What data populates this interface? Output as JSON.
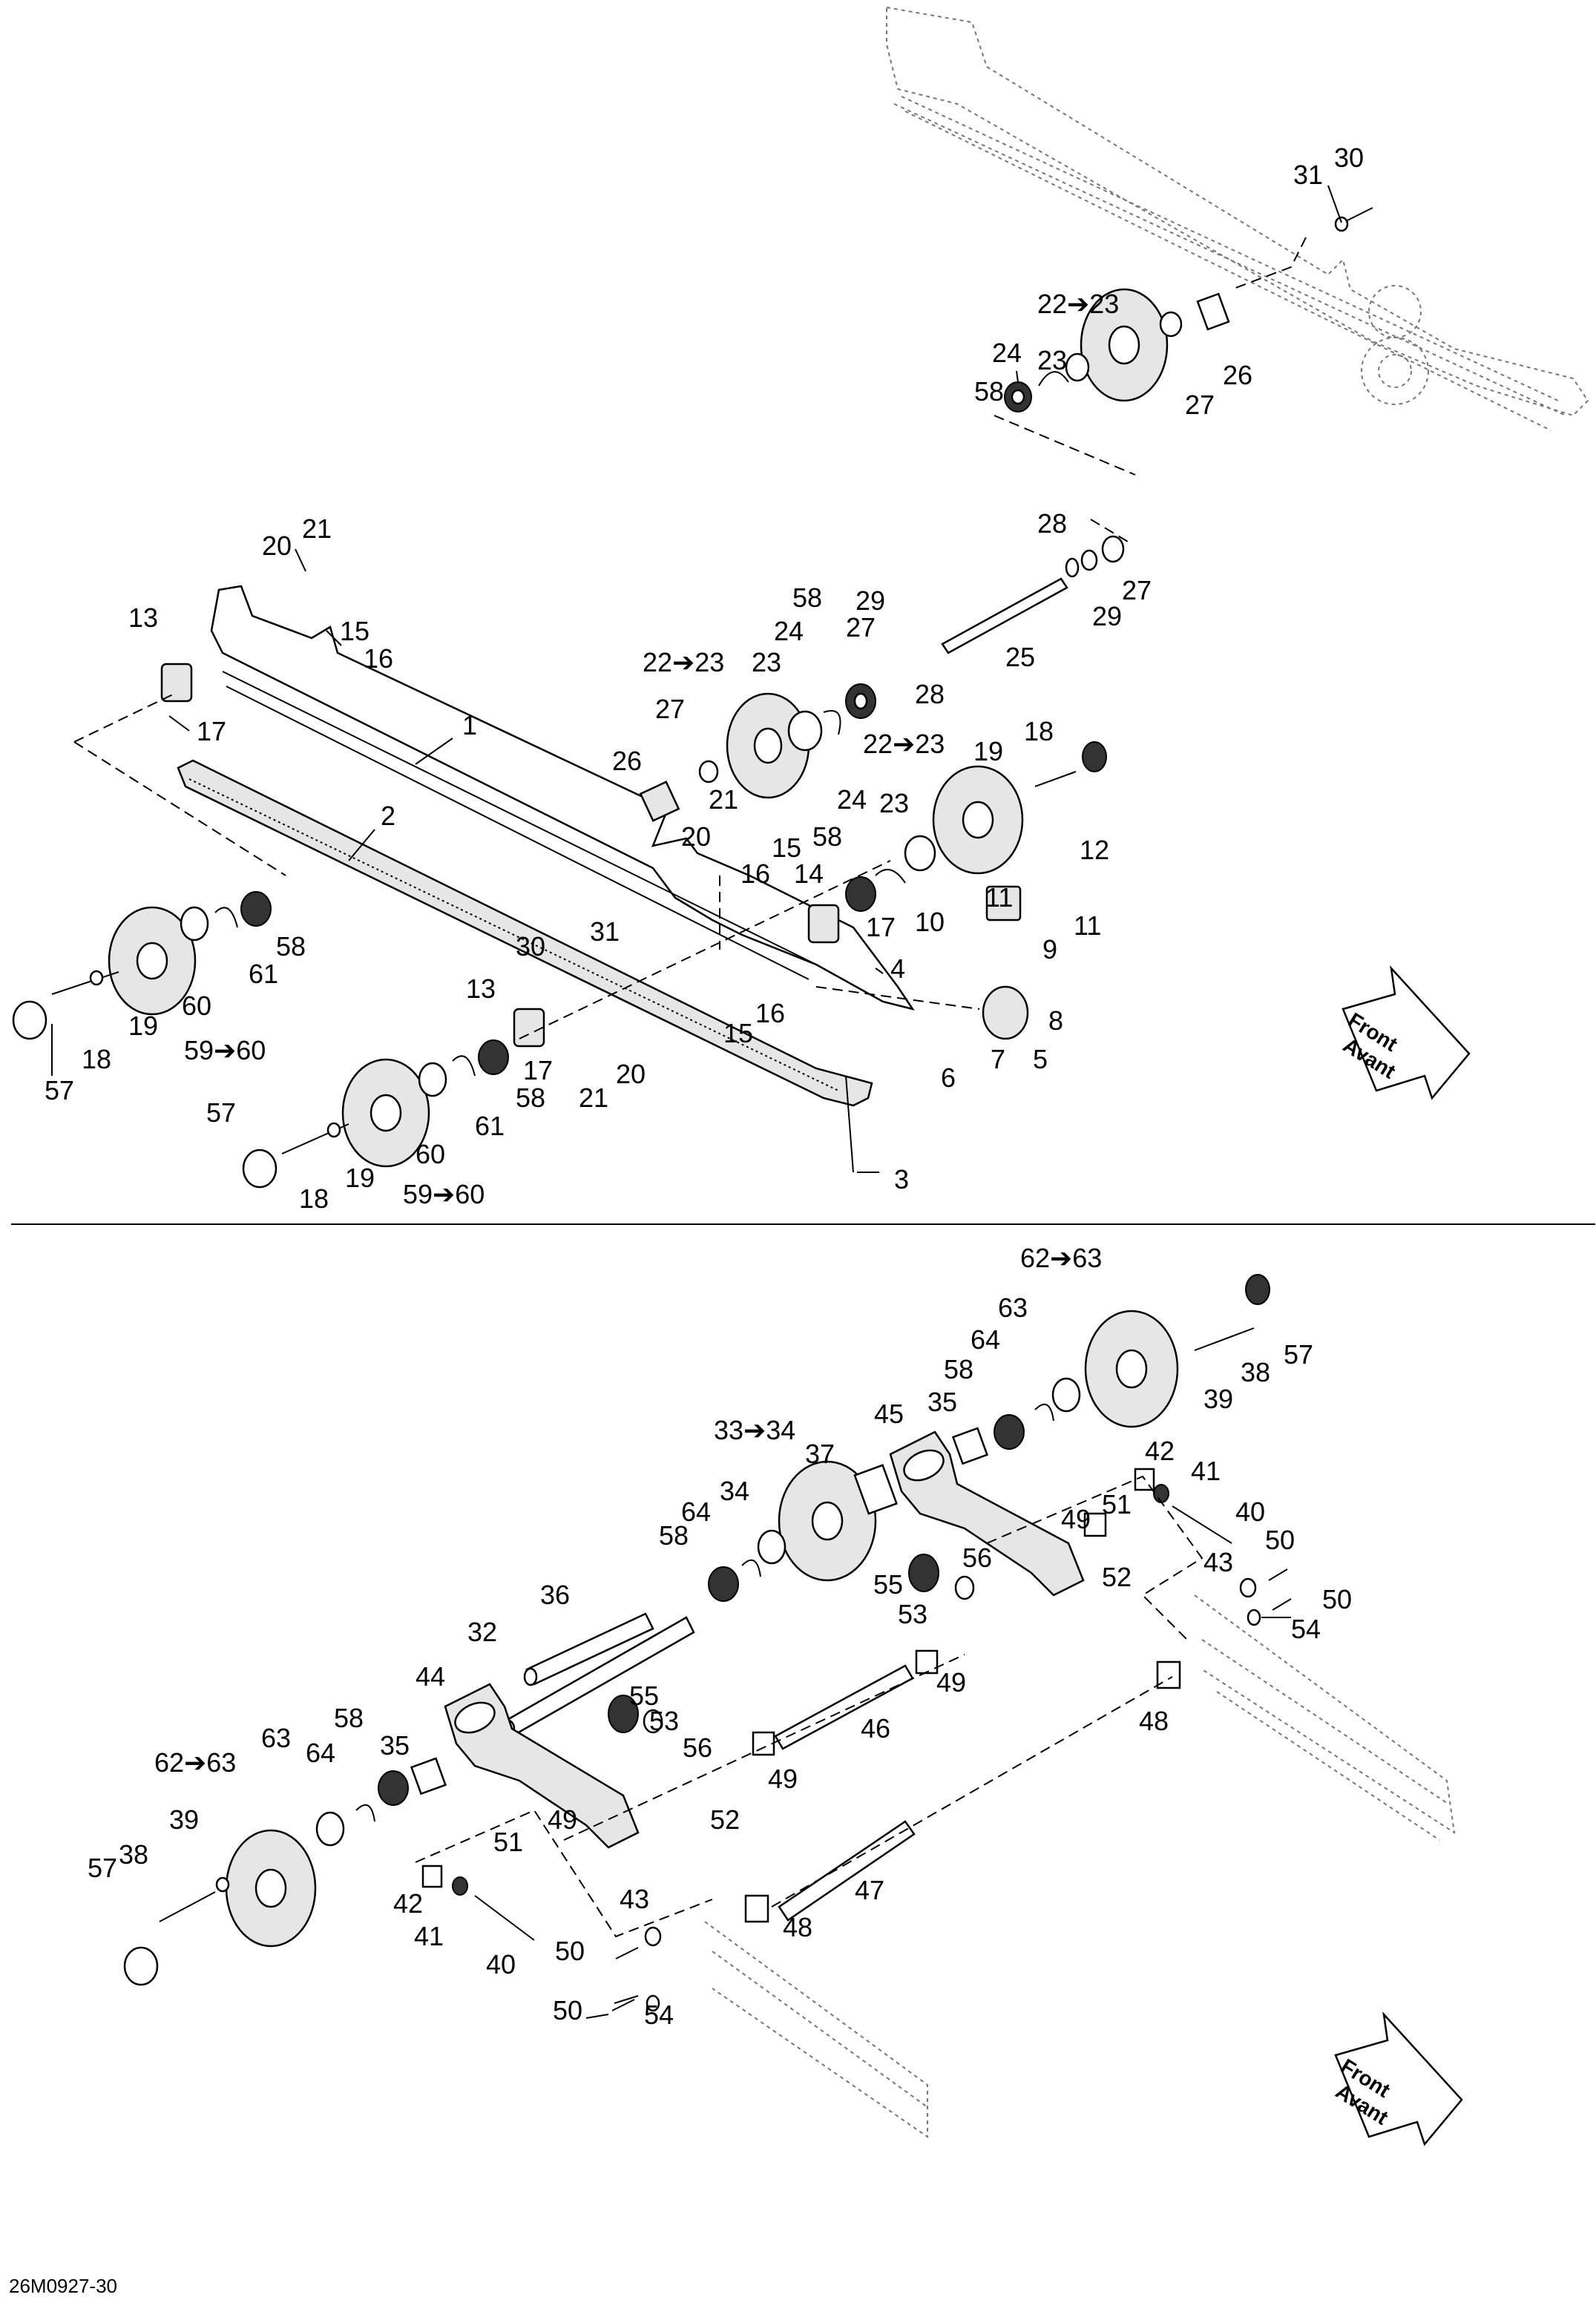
{
  "diagram_code": "26M0927-30",
  "direction_arrow": {
    "line1": "Front",
    "line2": "Avant"
  },
  "callouts": {
    "c1": "1",
    "c2": "2",
    "c3": "3",
    "c4": "4",
    "c5": "5",
    "c6": "6",
    "c7": "7",
    "c8": "8",
    "c9": "9",
    "c10": "10",
    "c11": "11",
    "c12": "12",
    "c13": "13",
    "c14": "14",
    "c15": "15",
    "c16": "16",
    "c17": "17",
    "c18": "18",
    "c19": "19",
    "c20": "20",
    "c21": "21",
    "c22_23": "22➔23",
    "c23": "23",
    "c24": "24",
    "c25": "25",
    "c26": "26",
    "c27": "27",
    "c28": "28",
    "c29": "29",
    "c30": "30",
    "c31": "31",
    "c32": "32",
    "c33_34": "33➔34",
    "c34": "34",
    "c35": "35",
    "c36": "36",
    "c37": "37",
    "c38": "38",
    "c39": "39",
    "c40": "40",
    "c41": "41",
    "c42": "42",
    "c43": "43",
    "c44": "44",
    "c45": "45",
    "c46": "46",
    "c47": "47",
    "c48": "48",
    "c49": "49",
    "c50": "50",
    "c51": "51",
    "c52": "52",
    "c53": "53",
    "c54": "54",
    "c55": "55",
    "c56": "56",
    "c57": "57",
    "c58": "58",
    "c59_60": "59➔60",
    "c60": "60",
    "c61": "61",
    "c62_63": "62➔63",
    "c63": "63",
    "c64": "64"
  }
}
